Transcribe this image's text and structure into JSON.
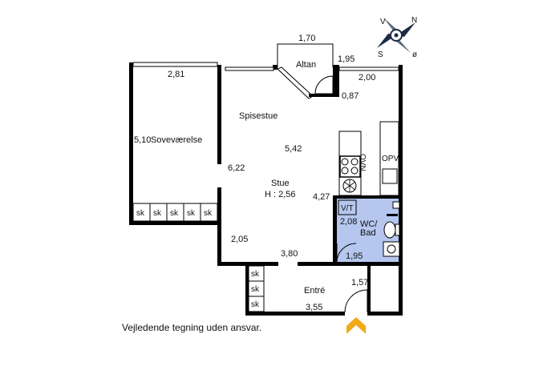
{
  "rooms": {
    "altan": "Altan",
    "spisestue": "Spisestue",
    "sovevaerelse": "Soveværelse",
    "stue": "Stue",
    "stue_height": "H : 2,56",
    "entre": "Entré",
    "wc_line1": "WC/",
    "wc_line2": "Bad"
  },
  "dimensions": {
    "altan_width": "1,70",
    "altan_side": "1,95",
    "bedroom_width": "2,81",
    "bedroom_length": "5,10",
    "kitchen_window": "2,00",
    "kitchen_side": "0,87",
    "living_width": "5,42",
    "living_length": "6,22",
    "living_side": "4,27",
    "living_bottom": "2,05",
    "hall_opening": "3,80",
    "bath_length": "2,08",
    "bath_width": "1,95",
    "entre_side": "1,57",
    "entre_width": "3,55"
  },
  "fixtures": {
    "closet": "sk",
    "ovn": "OVN",
    "opv": "OPV",
    "vt": "V/T"
  },
  "compass": {
    "n": "N",
    "v": "V",
    "s": "S",
    "o": "ø"
  },
  "colors": {
    "wall": "#000000",
    "bath_fill": "#b5c7ee",
    "entrance_arrow": "#f2a91a"
  },
  "disclaimer": "Vejledende tegning uden ansvar."
}
